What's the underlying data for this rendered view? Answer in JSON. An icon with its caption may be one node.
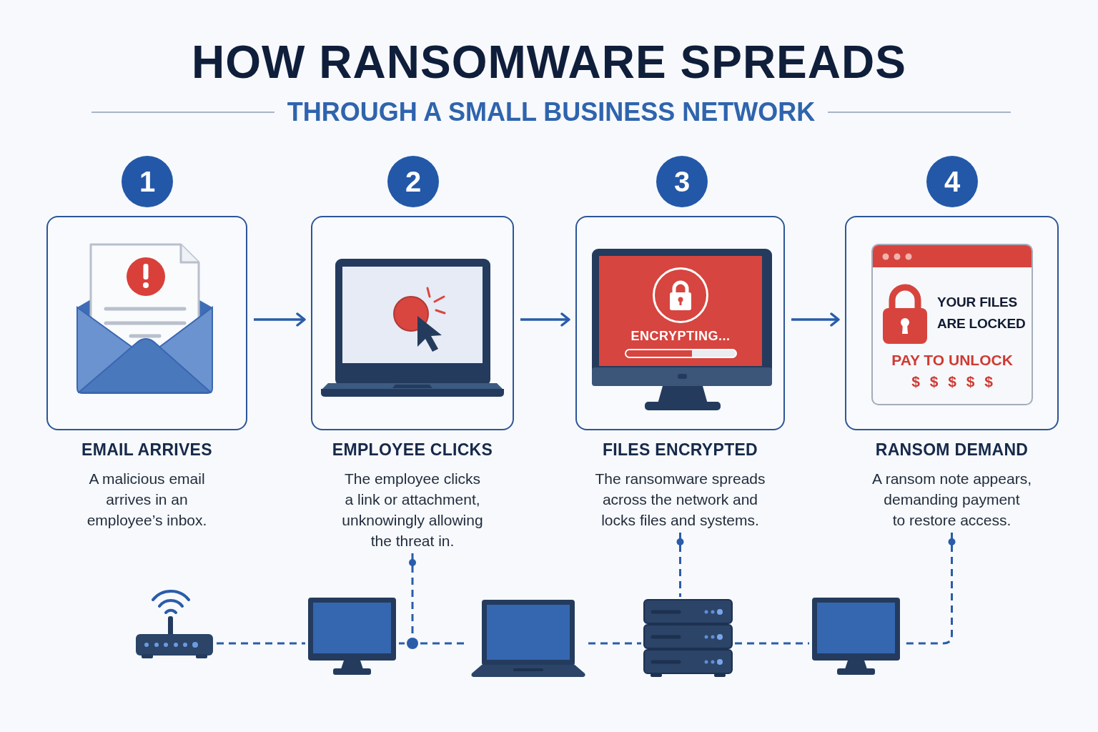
{
  "diagram": {
    "title": "HOW RANSOMWARE SPREADS",
    "nodes": [
      {
        "text": [
          "1"
        ]
      },
      {
        "text": [
          "EMAIL ARRIVES",
          "A malicious email arrives in an employee’s inbox."
        ]
      },
      {
        "text": [
          "2"
        ]
      },
      {
        "text": [
          "EMPLOYEE CLICKS",
          "The employee clicks a link or attachment, unknowingly allowing the threat in."
        ]
      },
      {
        "text": [
          "3"
        ]
      },
      {
        "text": [
          "FILES ENCRYPTED",
          "The ransomware spreads across the network and locks files and systems."
        ]
      },
      {
        "text": [
          "ENCRYPTING..."
        ],
        "in": 5
      },
      {
        "text": [
          "4"
        ]
      },
      {
        "text": [
          "RANSOM DEMAND",
          "A ransom note appears, demanding payment to restore access."
        ]
      },
      {
        "text": [
          "YOUR FILES ARE LOCKED",
          "PAY TO UNLOCK",
          "$ $ $ $ $"
        ],
        "in": 8
      },
      {
        "text": [],
        "shape": "router"
      },
      {
        "text": [],
        "shape": "monitor"
      },
      {
        "text": [],
        "shape": "circle"
      },
      {
        "text": [],
        "shape": "laptop"
      },
      {
        "text": [],
        "shape": "server"
      },
      {
        "text": [],
        "shape": "monitor"
      }
    ],
    "edges": [
      {
        "from": 1,
        "to": 3,
        "arrow": "to"
      },
      {
        "from": 3,
        "to": 5,
        "arrow": "to"
      },
      {
        "from": 5,
        "to": 8,
        "arrow": "to"
      },
      {
        "from": 10,
        "to": 11,
        "arrow": "none",
        "style": "dashed"
      },
      {
        "from": 11,
        "to": 12,
        "arrow": "none",
        "style": "dashed"
      },
      {
        "from": 12,
        "to": 13,
        "arrow": "none",
        "style": "dashed"
      },
      {
        "from": 13,
        "to": 14,
        "arrow": "none",
        "style": "dashed"
      },
      {
        "from": 14,
        "to": 15,
        "arrow": "none",
        "style": "dashed"
      },
      {
        "from": 3,
        "to": 12,
        "arrow": "other",
        "style": "dashed"
      },
      {
        "from": 5,
        "to": 14,
        "arrow": "other",
        "style": "dashed"
      },
      {
        "from": 8,
        "to": 15,
        "arrow": "other",
        "style": "dashed"
      }
    ],
    "labels": [
      "THROUGH A SMALL BUSINESS NETWORK"
    ]
  }
}
